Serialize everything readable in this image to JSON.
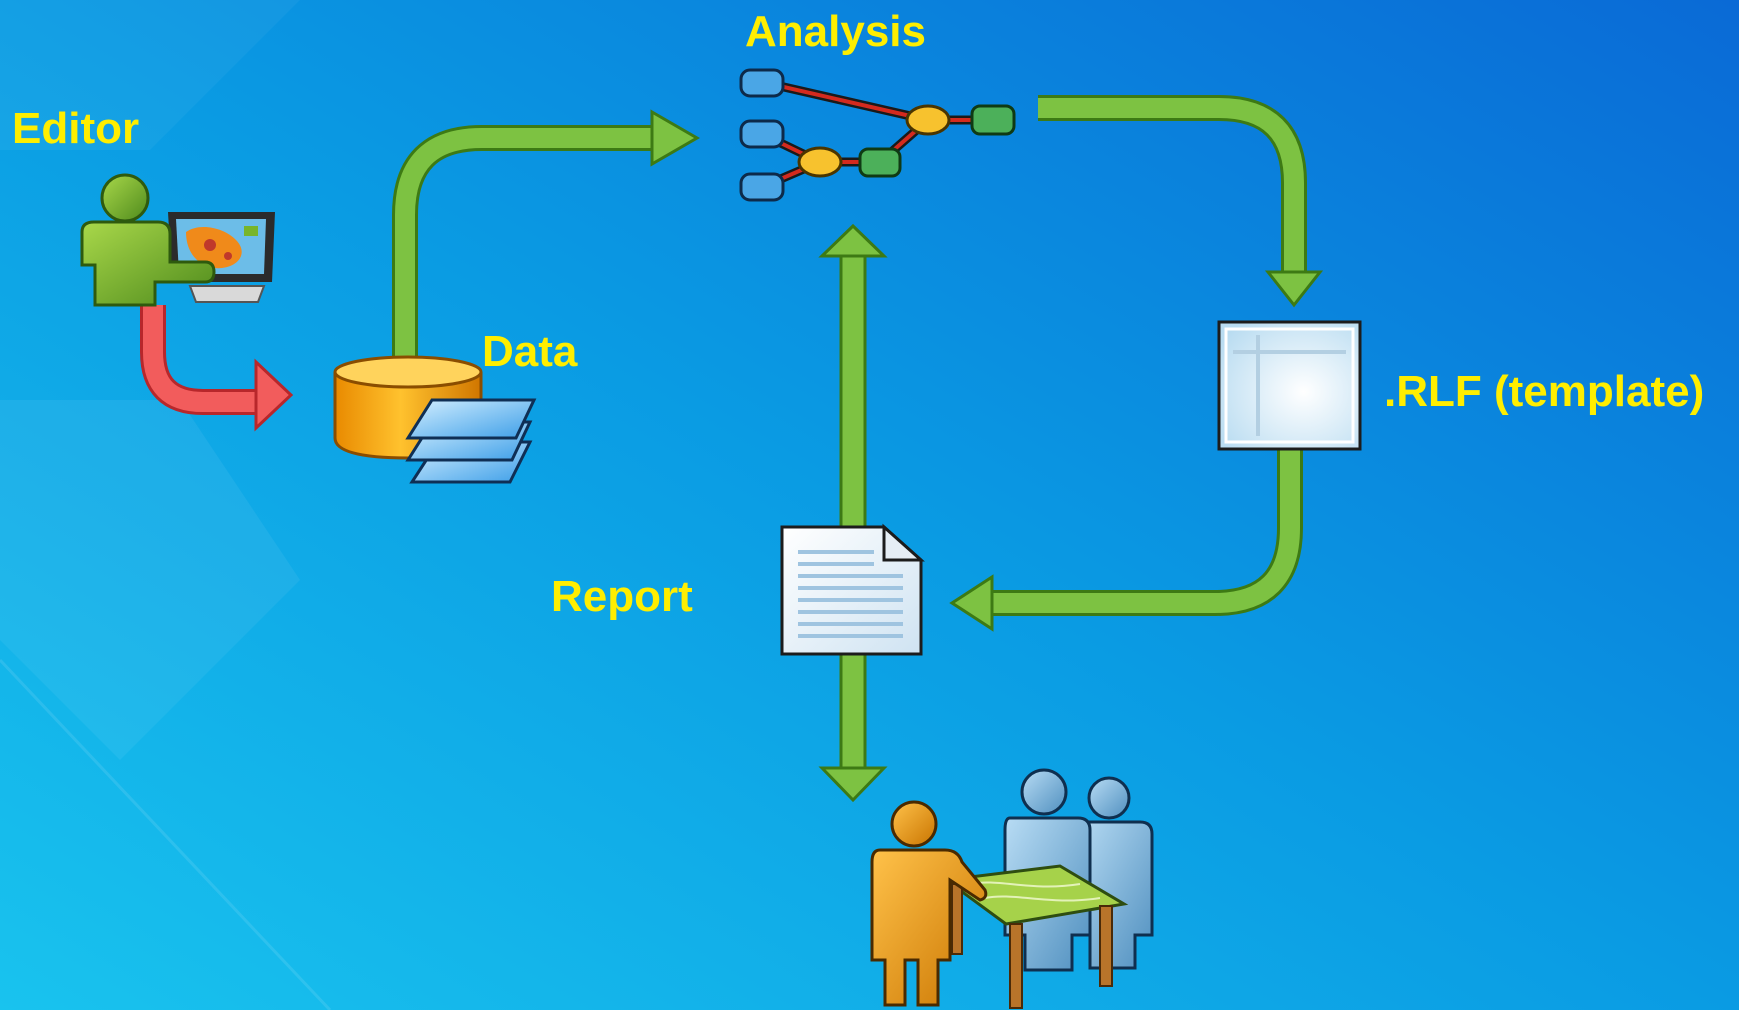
{
  "colors": {
    "background_light": "#19c3ee",
    "background_mid": "#0a9be3",
    "background_dark": "#0a6ad6",
    "label_text": "#ffee00",
    "flow_arrow": "#7dc242",
    "editor_arrow": "#f25c5c"
  },
  "nodes": {
    "editor": {
      "label": "Editor",
      "icon": "editor-at-computer-icon"
    },
    "data": {
      "label": "Data",
      "icon": "database-layers-icon"
    },
    "analysis": {
      "label": "Analysis",
      "icon": "analysis-model-icon"
    },
    "template": {
      "label": ".RLF (template)",
      "icon": "template-layout-icon"
    },
    "report": {
      "label": "Report",
      "icon": "report-document-icon"
    },
    "audience": {
      "icon": "people-at-table-icon"
    }
  },
  "flows": [
    {
      "from": "editor",
      "to": "data"
    },
    {
      "from": "data",
      "to": "analysis"
    },
    {
      "from": "analysis",
      "to": "template"
    },
    {
      "from": "template",
      "to": "report"
    },
    {
      "from": "report",
      "to": "analysis"
    },
    {
      "from": "report",
      "to": "audience"
    }
  ]
}
